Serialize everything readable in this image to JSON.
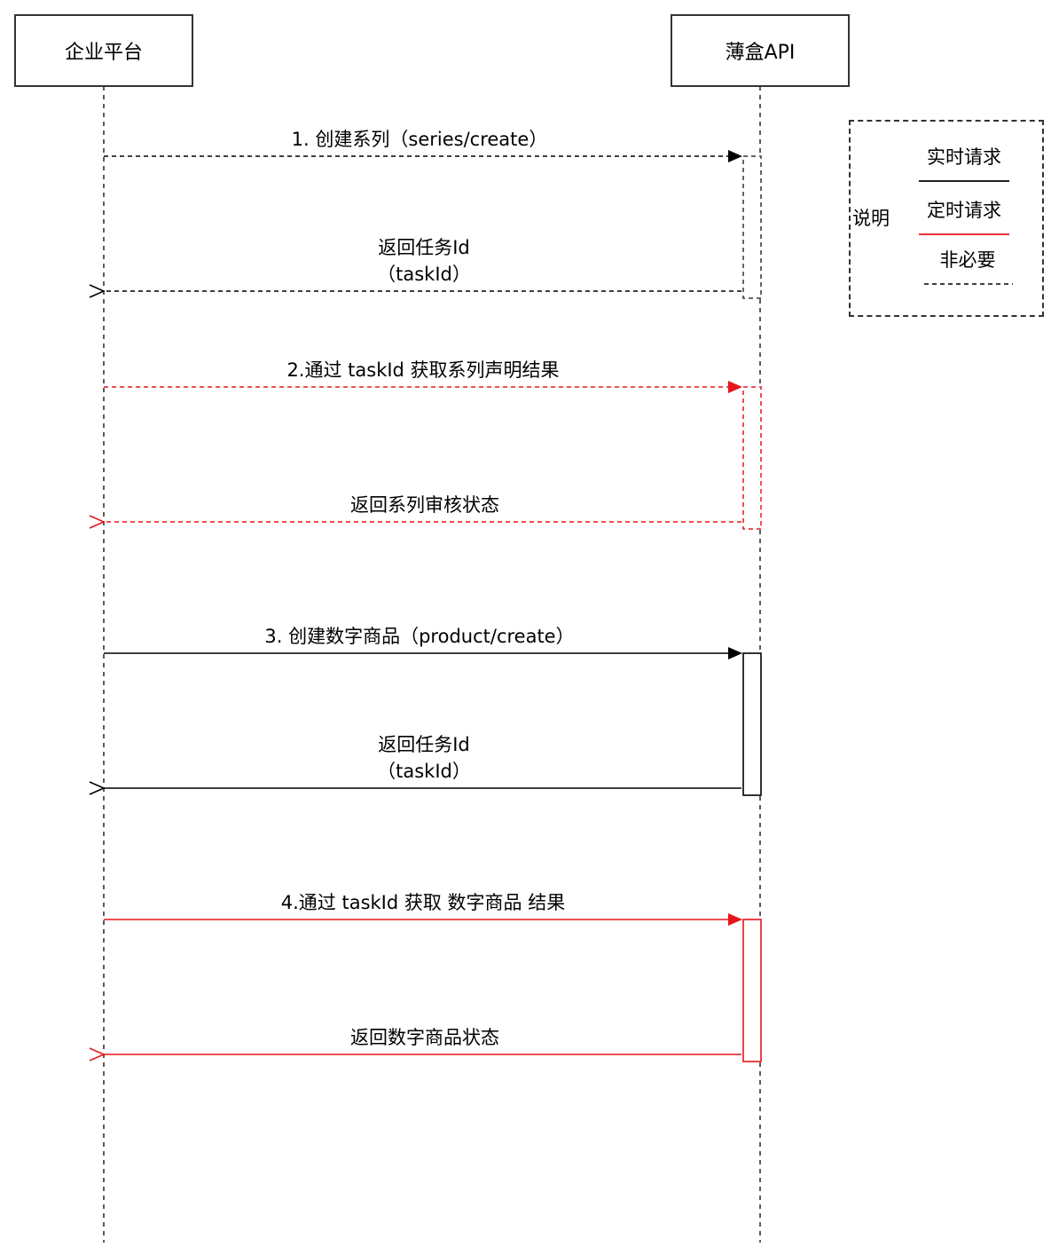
{
  "participants": {
    "left": "企业平台",
    "right": "薄盒API"
  },
  "messages": [
    {
      "text": "1. 创建系列（series/create）",
      "lines": [
        "1. 创建系列（series/create）"
      ]
    },
    {
      "text": "返回任务Id（taskId）",
      "lines": [
        "返回任务Id",
        "（taskId）"
      ]
    },
    {
      "text": "2.通过 taskId 获取系列声明结果",
      "lines": [
        "2.通过 taskId 获取系列声明结果"
      ]
    },
    {
      "text": "返回系列审核状态",
      "lines": [
        "返回系列审核状态"
      ]
    },
    {
      "text": "3. 创建数字商品（product/create）",
      "lines": [
        "3. 创建数字商品（product/create）"
      ]
    },
    {
      "text": "返回任务Id（taskId）",
      "lines": [
        "返回任务Id",
        "（taskId）"
      ]
    },
    {
      "text": "4.通过 taskId 获取 数字商品 结果",
      "lines": [
        "4.通过 taskId 获取 数字商品 结果"
      ]
    },
    {
      "text": "返回数字商品状态",
      "lines": [
        "返回数字商品状态"
      ]
    }
  ],
  "legend": {
    "title": "说明",
    "items": [
      {
        "label": "实时请求",
        "style": "solid-black"
      },
      {
        "label": "定时请求",
        "style": "solid-red"
      },
      {
        "label": "非必要",
        "style": "dashed-black"
      }
    ]
  },
  "colors": {
    "black": "#000000",
    "red": "#e8141a",
    "border": "#333333"
  }
}
